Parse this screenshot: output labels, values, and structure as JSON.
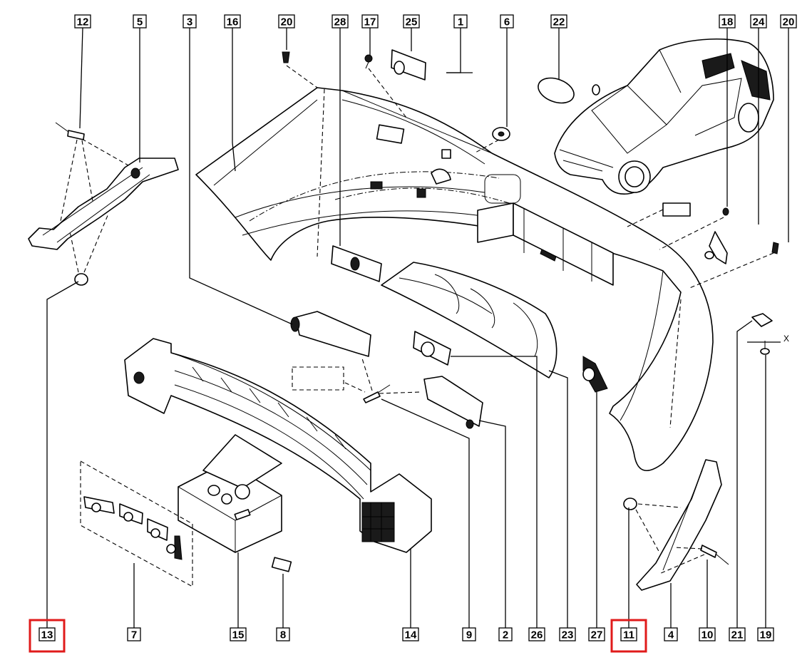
{
  "diagram": {
    "subject": "rear bumper assembly exploded view",
    "colors": {
      "line": "#000000",
      "background": "#ffffff",
      "highlight": "#e01b1b"
    },
    "callouts_top": [
      {
        "id": "c12",
        "label": "12",
        "highlighted": false
      },
      {
        "id": "c5",
        "label": "5",
        "highlighted": false
      },
      {
        "id": "c3",
        "label": "3",
        "highlighted": false
      },
      {
        "id": "c16",
        "label": "16",
        "highlighted": false
      },
      {
        "id": "c20a",
        "label": "20",
        "highlighted": false
      },
      {
        "id": "c28",
        "label": "28",
        "highlighted": false
      },
      {
        "id": "c17",
        "label": "17",
        "highlighted": false
      },
      {
        "id": "c25",
        "label": "25",
        "highlighted": false
      },
      {
        "id": "c1",
        "label": "1",
        "highlighted": false
      },
      {
        "id": "c6",
        "label": "6",
        "highlighted": false
      },
      {
        "id": "c22",
        "label": "22",
        "highlighted": false
      },
      {
        "id": "c18",
        "label": "18",
        "highlighted": false
      },
      {
        "id": "c24",
        "label": "24",
        "highlighted": false
      },
      {
        "id": "c20b",
        "label": "20",
        "highlighted": false
      }
    ],
    "callouts_bottom": [
      {
        "id": "c13",
        "label": "13",
        "highlighted": true
      },
      {
        "id": "c7",
        "label": "7",
        "highlighted": false
      },
      {
        "id": "c15",
        "label": "15",
        "highlighted": false
      },
      {
        "id": "c8",
        "label": "8",
        "highlighted": false
      },
      {
        "id": "c14",
        "label": "14",
        "highlighted": false
      },
      {
        "id": "c9",
        "label": "9",
        "highlighted": false
      },
      {
        "id": "c2",
        "label": "2",
        "highlighted": false
      },
      {
        "id": "c26",
        "label": "26",
        "highlighted": false
      },
      {
        "id": "c23",
        "label": "23",
        "highlighted": false
      },
      {
        "id": "c27",
        "label": "27",
        "highlighted": false
      },
      {
        "id": "c11",
        "label": "11",
        "highlighted": true
      },
      {
        "id": "c4",
        "label": "4",
        "highlighted": false
      },
      {
        "id": "c10",
        "label": "10",
        "highlighted": false
      },
      {
        "id": "c21",
        "label": "21",
        "highlighted": false
      },
      {
        "id": "c19",
        "label": "19",
        "highlighted": false
      }
    ],
    "annotations": {
      "dimension_marker": "X"
    }
  }
}
